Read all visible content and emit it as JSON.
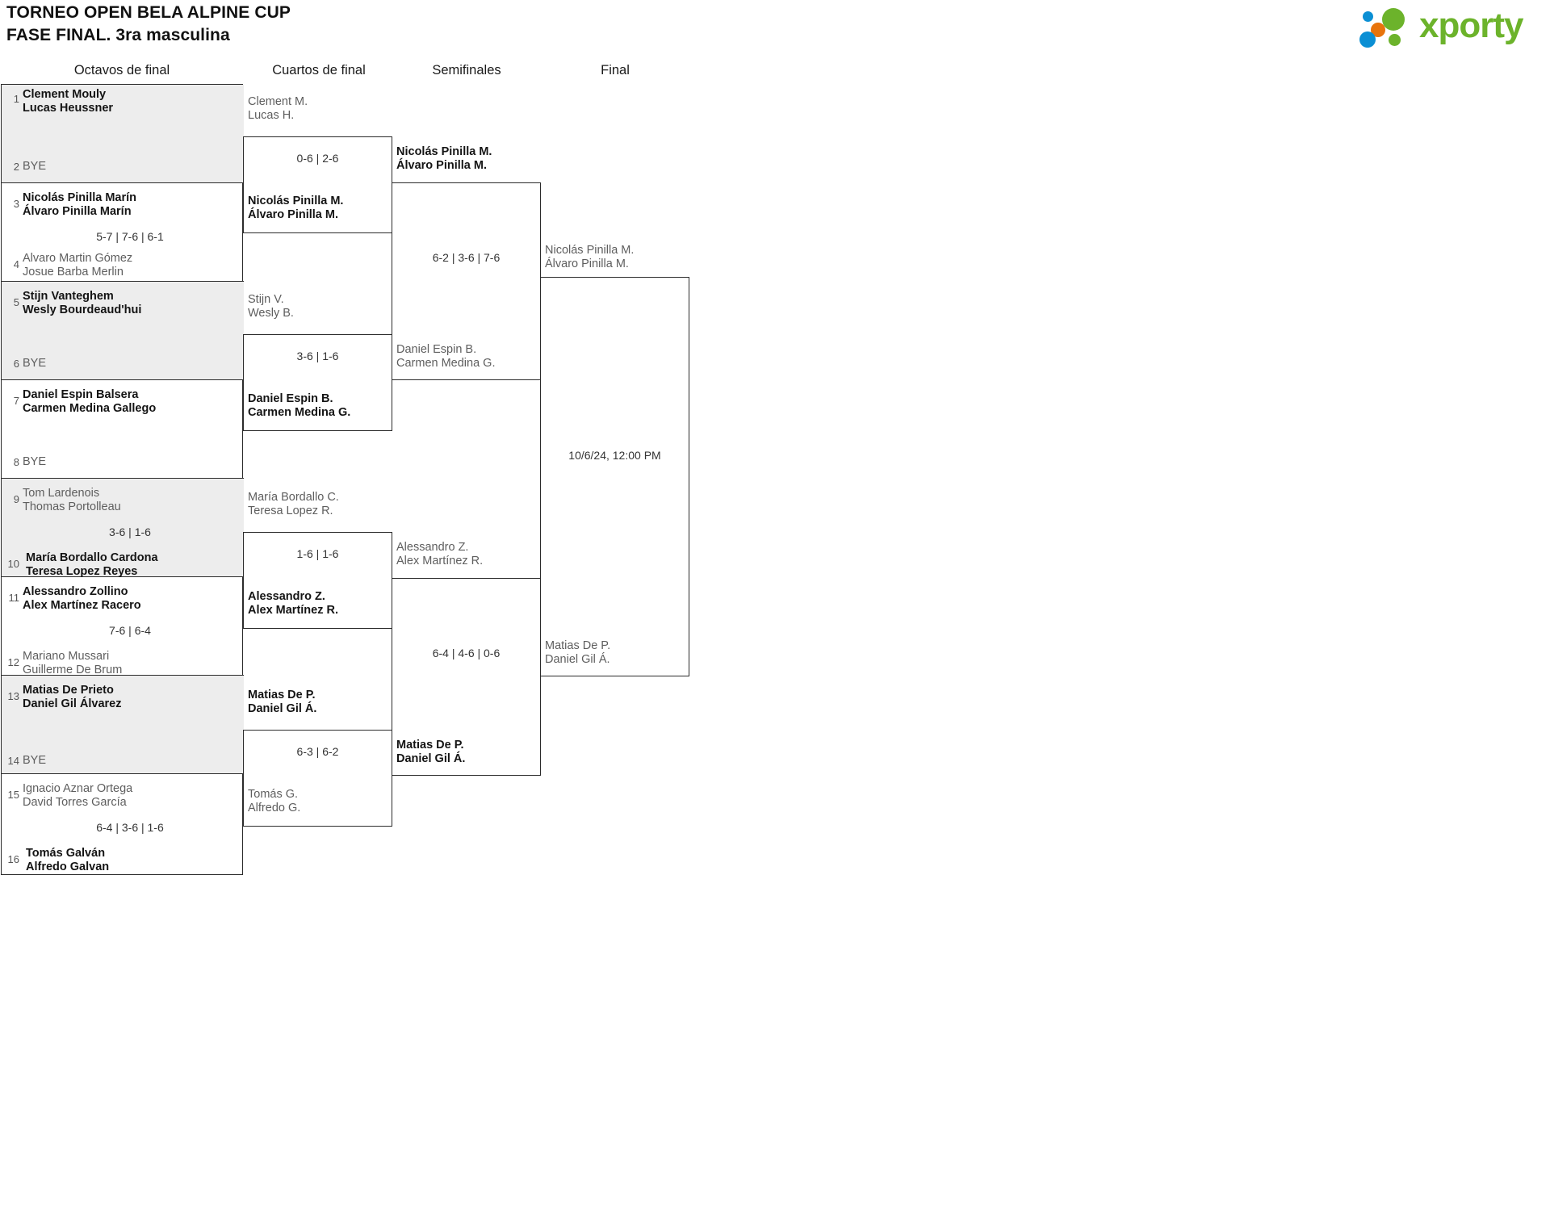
{
  "header": {
    "title_line1": "TORNEO OPEN BELA ALPINE CUP",
    "title_line2": "FASE FINAL. 3ra masculina",
    "logo_text": "xporty"
  },
  "rounds": [
    {
      "label": "Octavos de final"
    },
    {
      "label": "Cuartos de final"
    },
    {
      "label": "Semifinales"
    },
    {
      "label": "Final"
    }
  ],
  "round1": {
    "matches": [
      {
        "seed_top": "1",
        "top_line1": "Clement Mouly",
        "top_line2": "Lucas Heussner",
        "top_state": "win",
        "seed_bottom": "2",
        "bottom_line1": "BYE",
        "bottom_line2": "",
        "bottom_state": "bye",
        "score": ""
      },
      {
        "seed_top": "3",
        "top_line1": "Nicolás Pinilla Marín",
        "top_line2": "Álvaro Pinilla Marín",
        "top_state": "win",
        "seed_bottom": "4",
        "bottom_line1": "Alvaro Martin Gómez",
        "bottom_line2": "Josue Barba Merlin",
        "bottom_state": "lose",
        "score": "5-7 | 7-6 | 6-1"
      },
      {
        "seed_top": "5",
        "top_line1": "Stijn Vanteghem",
        "top_line2": "Wesly Bourdeaud'hui",
        "top_state": "win",
        "seed_bottom": "6",
        "bottom_line1": "BYE",
        "bottom_line2": "",
        "bottom_state": "bye",
        "score": ""
      },
      {
        "seed_top": "7",
        "top_line1": "Daniel Espin Balsera",
        "top_line2": "Carmen Medina Gallego",
        "top_state": "win",
        "seed_bottom": "8",
        "bottom_line1": "BYE",
        "bottom_line2": "",
        "bottom_state": "bye",
        "score": ""
      },
      {
        "seed_top": "9",
        "top_line1": "Tom Lardenois",
        "top_line2": "Thomas Portolleau",
        "top_state": "lose",
        "seed_bottom": "10",
        "bottom_line1": "María Bordallo Cardona",
        "bottom_line2": "Teresa Lopez Reyes",
        "bottom_state": "win",
        "score": "3-6 | 1-6"
      },
      {
        "seed_top": "11",
        "top_line1": "Alessandro Zollino",
        "top_line2": "Alex Martínez Racero",
        "top_state": "win",
        "seed_bottom": "12",
        "bottom_line1": "Mariano Mussari",
        "bottom_line2": "Guillerme De Brum",
        "bottom_state": "lose",
        "score": "7-6 | 6-4"
      },
      {
        "seed_top": "13",
        "top_line1": "Matias De Prieto",
        "top_line2": "Daniel Gil Álvarez",
        "top_state": "win",
        "seed_bottom": "14",
        "bottom_line1": "BYE",
        "bottom_line2": "",
        "bottom_state": "bye",
        "score": ""
      },
      {
        "seed_top": "15",
        "top_line1": "Ignacio Aznar Ortega",
        "top_line2": "David Torres García",
        "top_state": "lose",
        "seed_bottom": "16",
        "bottom_line1": "Tomás Galván",
        "bottom_line2": "Alfredo Galvan",
        "bottom_state": "win",
        "score": "6-4 | 3-6 | 1-6"
      }
    ]
  },
  "round2": {
    "matches": [
      {
        "top_line1": "Clement M.",
        "top_line2": "Lucas H.",
        "top_state": "lose",
        "bottom_line1": "Nicolás Pinilla M.",
        "bottom_line2": "Álvaro Pinilla M.",
        "bottom_state": "win",
        "score": "0-6 | 2-6"
      },
      {
        "top_line1": "Stijn V.",
        "top_line2": "Wesly B.",
        "top_state": "lose",
        "bottom_line1": "Daniel Espin B.",
        "bottom_line2": "Carmen Medina G.",
        "bottom_state": "win",
        "score": "3-6 | 1-6"
      },
      {
        "top_line1": "María Bordallo C.",
        "top_line2": "Teresa Lopez R.",
        "top_state": "lose",
        "bottom_line1": "Alessandro Z.",
        "bottom_line2": "Alex Martínez R.",
        "bottom_state": "win",
        "score": "1-6 | 1-6"
      },
      {
        "top_line1": "Matias De P.",
        "top_line2": "Daniel Gil Á.",
        "top_state": "win",
        "bottom_line1": "Tomás G.",
        "bottom_line2": "Alfredo G.",
        "bottom_state": "lose",
        "score": "6-3 | 6-2"
      }
    ]
  },
  "round3": {
    "matches": [
      {
        "top_line1": "Nicolás Pinilla M.",
        "top_line2": "Álvaro Pinilla M.",
        "top_state": "win",
        "bottom_line1": "Daniel Espin B.",
        "bottom_line2": "Carmen Medina G.",
        "bottom_state": "lose",
        "score": "6-2 | 3-6 | 7-6"
      },
      {
        "top_line1": "Alessandro Z.",
        "top_line2": "Alex Martínez R.",
        "top_state": "lose",
        "bottom_line1": "Matias De P.",
        "bottom_line2": "Daniel Gil Á.",
        "bottom_state": "win",
        "score": "6-4 | 4-6 | 0-6"
      }
    ]
  },
  "round4": {
    "matches": [
      {
        "top_line1": "Nicolás Pinilla M.",
        "top_line2": "Álvaro Pinilla M.",
        "top_state": "lose",
        "bottom_line1": "Matias De P.",
        "bottom_line2": "Daniel Gil Á.",
        "bottom_state": "lose",
        "score": "10/6/24, 12:00 PM"
      }
    ]
  },
  "colors": {
    "shade": "#ededed",
    "line": "#2b2b2b",
    "logo_green": "#6cb32b",
    "logo_blue": "#0b8fd4",
    "logo_orange": "#e8740c"
  }
}
